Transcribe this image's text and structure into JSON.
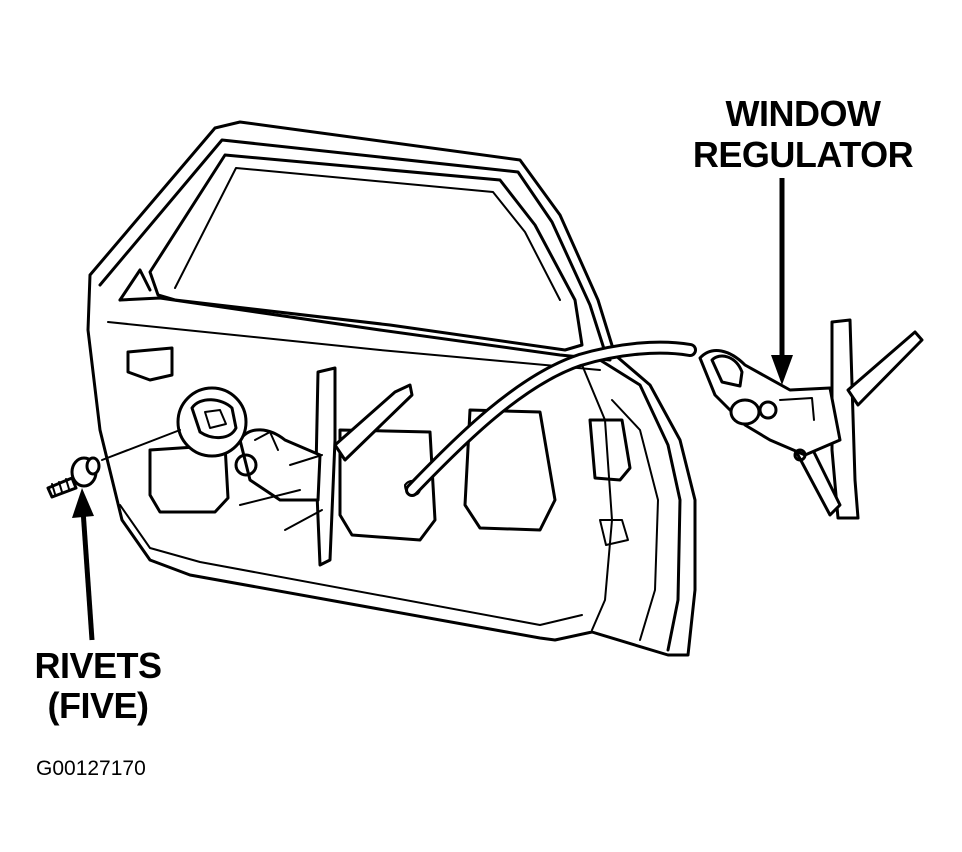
{
  "labels": {
    "window_regulator_line1": "WINDOW",
    "window_regulator_line2": "REGULATOR",
    "rivets_line1": "RIVETS",
    "rivets_line2": "(FIVE)"
  },
  "figure_id": "G00127170"
}
